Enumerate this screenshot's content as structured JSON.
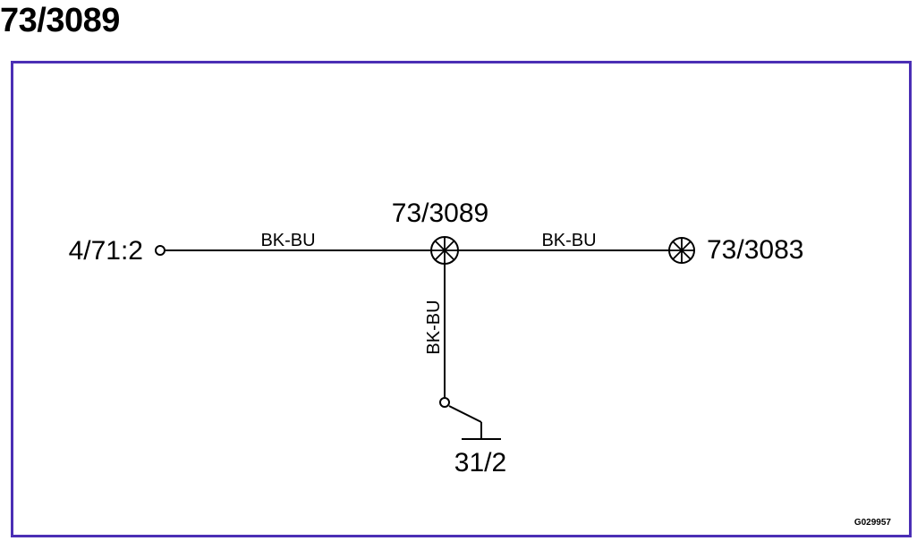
{
  "title": "73/3089",
  "colors": {
    "frame": "#4b2fb5",
    "wire": "#000000"
  },
  "diagram": {
    "nodes": {
      "left_terminal": "4/71:2",
      "center_splice": "73/3089",
      "right_splice": "73/3083",
      "ground": "31/2"
    },
    "wires": {
      "left": "BK-BU",
      "right": "BK-BU",
      "down": "BK-BU"
    },
    "figure_id": "G029957"
  }
}
